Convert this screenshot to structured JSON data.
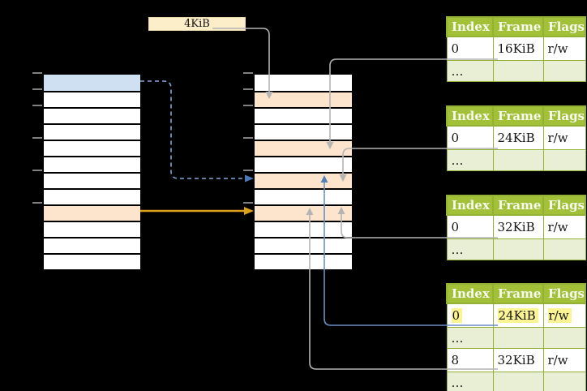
{
  "diagram": {
    "title_semantic": "paging translation diagram",
    "page_size_label": "4KiB",
    "left_column": {
      "row_count": 12,
      "blue_row_index_0based": 0,
      "orange_row_indices_0based": [
        8
      ],
      "tick_count": 6
    },
    "middle_column": {
      "row_count": 12,
      "orange_row_indices_0based": [
        1,
        4,
        6,
        8
      ],
      "tick_count": 6
    },
    "page_tables": [
      {
        "headers": [
          "Index",
          "Frame",
          "Flags"
        ],
        "rows": [
          {
            "index": "0",
            "frame": "16KiB",
            "flags": "r/w"
          },
          {
            "index": "…",
            "frame": "",
            "flags": ""
          }
        ]
      },
      {
        "headers": [
          "Index",
          "Frame",
          "Flags"
        ],
        "rows": [
          {
            "index": "0",
            "frame": "24KiB",
            "flags": "r/w"
          },
          {
            "index": "…",
            "frame": "",
            "flags": ""
          }
        ]
      },
      {
        "headers": [
          "Index",
          "Frame",
          "Flags"
        ],
        "rows": [
          {
            "index": "0",
            "frame": "32KiB",
            "flags": "r/w"
          },
          {
            "index": "…",
            "frame": "",
            "flags": ""
          }
        ]
      },
      {
        "headers": [
          "Index",
          "Frame",
          "Flags"
        ],
        "highlighted_row_0based": 0,
        "rows": [
          {
            "index": "0",
            "frame": "24KiB",
            "flags": "r/w"
          },
          {
            "index": "…",
            "frame": "",
            "flags": ""
          },
          {
            "index": "8",
            "frame": "32KiB",
            "flags": "r/w"
          },
          {
            "index": "…",
            "frame": "",
            "flags": ""
          }
        ]
      }
    ],
    "colors": {
      "background": "#000000",
      "table_header_green": "#a2c139",
      "table_border_green": "#93b135",
      "table_row_light_green": "#e9efd5",
      "highlight_blue_row": "#cfe0f2",
      "highlight_orange_row": "#fde4cd",
      "highlight_yellow_text": "#fbf493",
      "label_box_cream": "#fceec9",
      "arrow_gray": "#b4b4b4",
      "arrow_orange": "#dca01c",
      "arrow_blue": "#6b8fc7",
      "arrow_dashed_blue": "#84a7d8",
      "tick_gray": "#7f7f7f"
    }
  }
}
